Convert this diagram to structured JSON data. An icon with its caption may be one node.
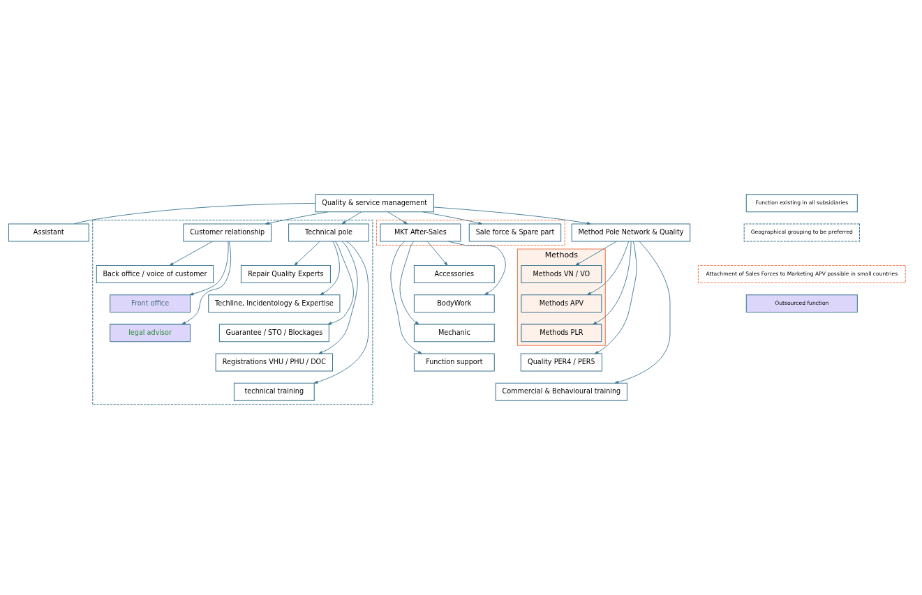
{
  "diagram": {
    "nodes": [
      {
        "text": [
          "Quality & service management"
        ]
      },
      {
        "text": [
          "Assistant"
        ]
      },
      {
        "text": [],
        "shape": "box"
      },
      {
        "text": [
          "Sale force & Spare part"
        ],
        "in": 2
      },
      {
        "text": [
          "MKT After-Sales"
        ],
        "in": 2
      },
      {
        "text": [
          "Accessories"
        ]
      },
      {
        "text": [
          "BodyWork"
        ]
      },
      {
        "text": [
          "Mechanic"
        ]
      },
      {
        "text": [
          "Function support"
        ]
      },
      {
        "text": [
          "Method Pole Network & Quality"
        ]
      },
      {
        "text": [
          "Methods"
        ]
      },
      {
        "text": [
          "Methods VN / VO"
        ],
        "in": 10
      },
      {
        "text": [
          "Methods APV"
        ],
        "in": 10
      },
      {
        "text": [
          "Methods PLR"
        ],
        "in": 10
      },
      {
        "text": [
          "Quality PER4 / PER5"
        ]
      },
      {
        "text": [
          "Commercial & Behavioural training"
        ]
      },
      {
        "text": [],
        "shape": "box"
      },
      {
        "text": [
          "Technical pole"
        ],
        "in": 16
      },
      {
        "text": [
          "Repair Quality Experts"
        ],
        "in": 16
      },
      {
        "text": [
          "Techline, Incidentology & Expertise"
        ],
        "in": 16
      },
      {
        "text": [
          "Guarantee / STO / Blockages"
        ],
        "in": 16
      },
      {
        "text": [
          "Registrations VHU / PHU / DOC"
        ],
        "in": 16
      },
      {
        "text": [
          "technical training"
        ],
        "in": 16
      },
      {
        "text": [
          "Customer relationship"
        ],
        "in": 16
      },
      {
        "text": [
          "Back office / voice of customer"
        ],
        "in": 16
      },
      {
        "text": [
          "Front office"
        ],
        "in": 16
      },
      {
        "text": [
          "legal advisor"
        ],
        "in": 16
      }
    ],
    "edges": [
      {
        "from": 0,
        "to": 1,
        "arrow": "none"
      },
      {
        "from": 0,
        "to": 3,
        "arrow": "to"
      },
      {
        "from": 0,
        "to": 4,
        "arrow": "to"
      },
      {
        "from": 0,
        "to": 9,
        "arrow": "to"
      },
      {
        "from": 0,
        "to": 17,
        "arrow": "to"
      },
      {
        "from": 0,
        "to": 23,
        "arrow": "to"
      },
      {
        "from": 4,
        "to": 5,
        "arrow": "to"
      },
      {
        "from": 4,
        "to": 6,
        "arrow": "to"
      },
      {
        "from": 4,
        "to": 7,
        "arrow": "to"
      },
      {
        "from": 4,
        "to": 8,
        "arrow": "to"
      },
      {
        "from": 9,
        "to": 11,
        "arrow": "to"
      },
      {
        "from": 9,
        "to": 12,
        "arrow": "to"
      },
      {
        "from": 9,
        "to": 13,
        "arrow": "to"
      },
      {
        "from": 9,
        "to": 14,
        "arrow": "to"
      },
      {
        "from": 9,
        "to": 15,
        "arrow": "to"
      },
      {
        "from": 17,
        "to": 18,
        "arrow": "to"
      },
      {
        "from": 17,
        "to": 19,
        "arrow": "to"
      },
      {
        "from": 17,
        "to": 20,
        "arrow": "to"
      },
      {
        "from": 17,
        "to": 21,
        "arrow": "to"
      },
      {
        "from": 17,
        "to": 22,
        "arrow": "to"
      },
      {
        "from": 23,
        "to": 24,
        "arrow": "to"
      },
      {
        "from": 23,
        "to": 25,
        "arrow": "to"
      },
      {
        "from": 23,
        "to": 26,
        "arrow": "to"
      }
    ],
    "legend": [
      {
        "text": "Function existing in all subsidiaries"
      },
      {
        "text": "Geographical grouping to be preferred"
      },
      {
        "text": "Attachment of Sales Forces to Marketing APV possible in small countries"
      },
      {
        "text": "Outsourced function",
        "color": "#ddd6fb"
      }
    ]
  }
}
